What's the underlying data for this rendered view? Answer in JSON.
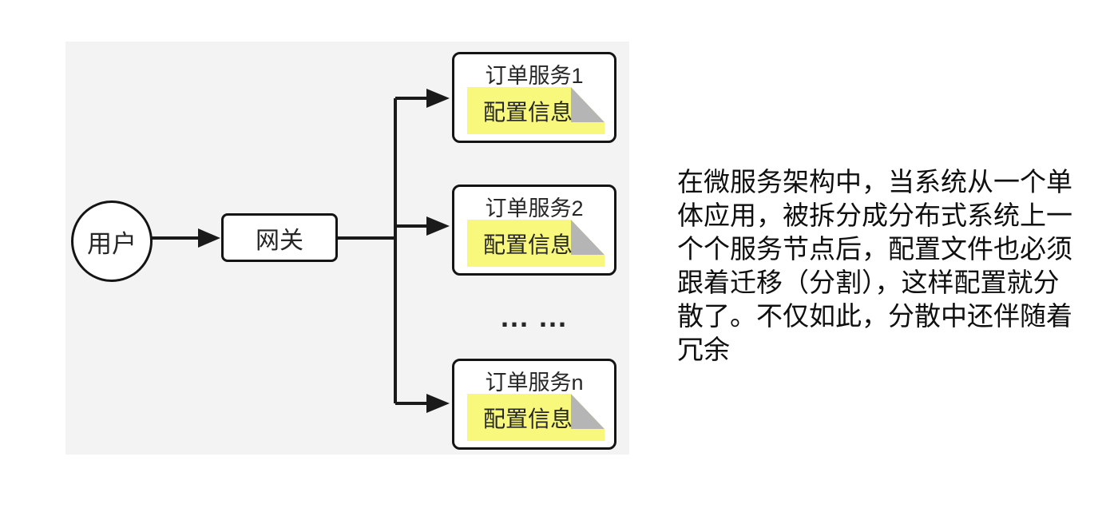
{
  "diagram": {
    "user_node": {
      "label": "用户"
    },
    "gateway_node": {
      "label": "网关"
    },
    "services": [
      {
        "title": "订单服务1",
        "note": "配置信息"
      },
      {
        "title": "订单服务2",
        "note": "配置信息"
      },
      {
        "title": "订单服务n",
        "note": "配置信息"
      }
    ],
    "ellipsis": "... ...",
    "colors": {
      "panel_bg": "#f3f3f3",
      "node_border": "#141414",
      "node_fill": "#ffffff",
      "note_fill": "#f8f87d",
      "note_fold": "#b5b5b5",
      "connector": "#1a1a1a",
      "text": "#262626"
    }
  },
  "caption": {
    "lines": [
      "在微服务架构中，当系统从一个单",
      "体应用，被拆分成分布式系统上一",
      "个个服务节点后，配置文件也必须",
      "跟着迁移（分割），这样配置就分",
      "散了。不仅如此，分散中还伴随着",
      "冗余"
    ],
    "full_text": "在微服务架构中，当系统从一个单体应用，被拆分成分布式系统上一个个服务节点后，配置文件也必须跟着迁移（分割），这样配置就分散了。不仅如此，分散中还伴随着冗余"
  }
}
